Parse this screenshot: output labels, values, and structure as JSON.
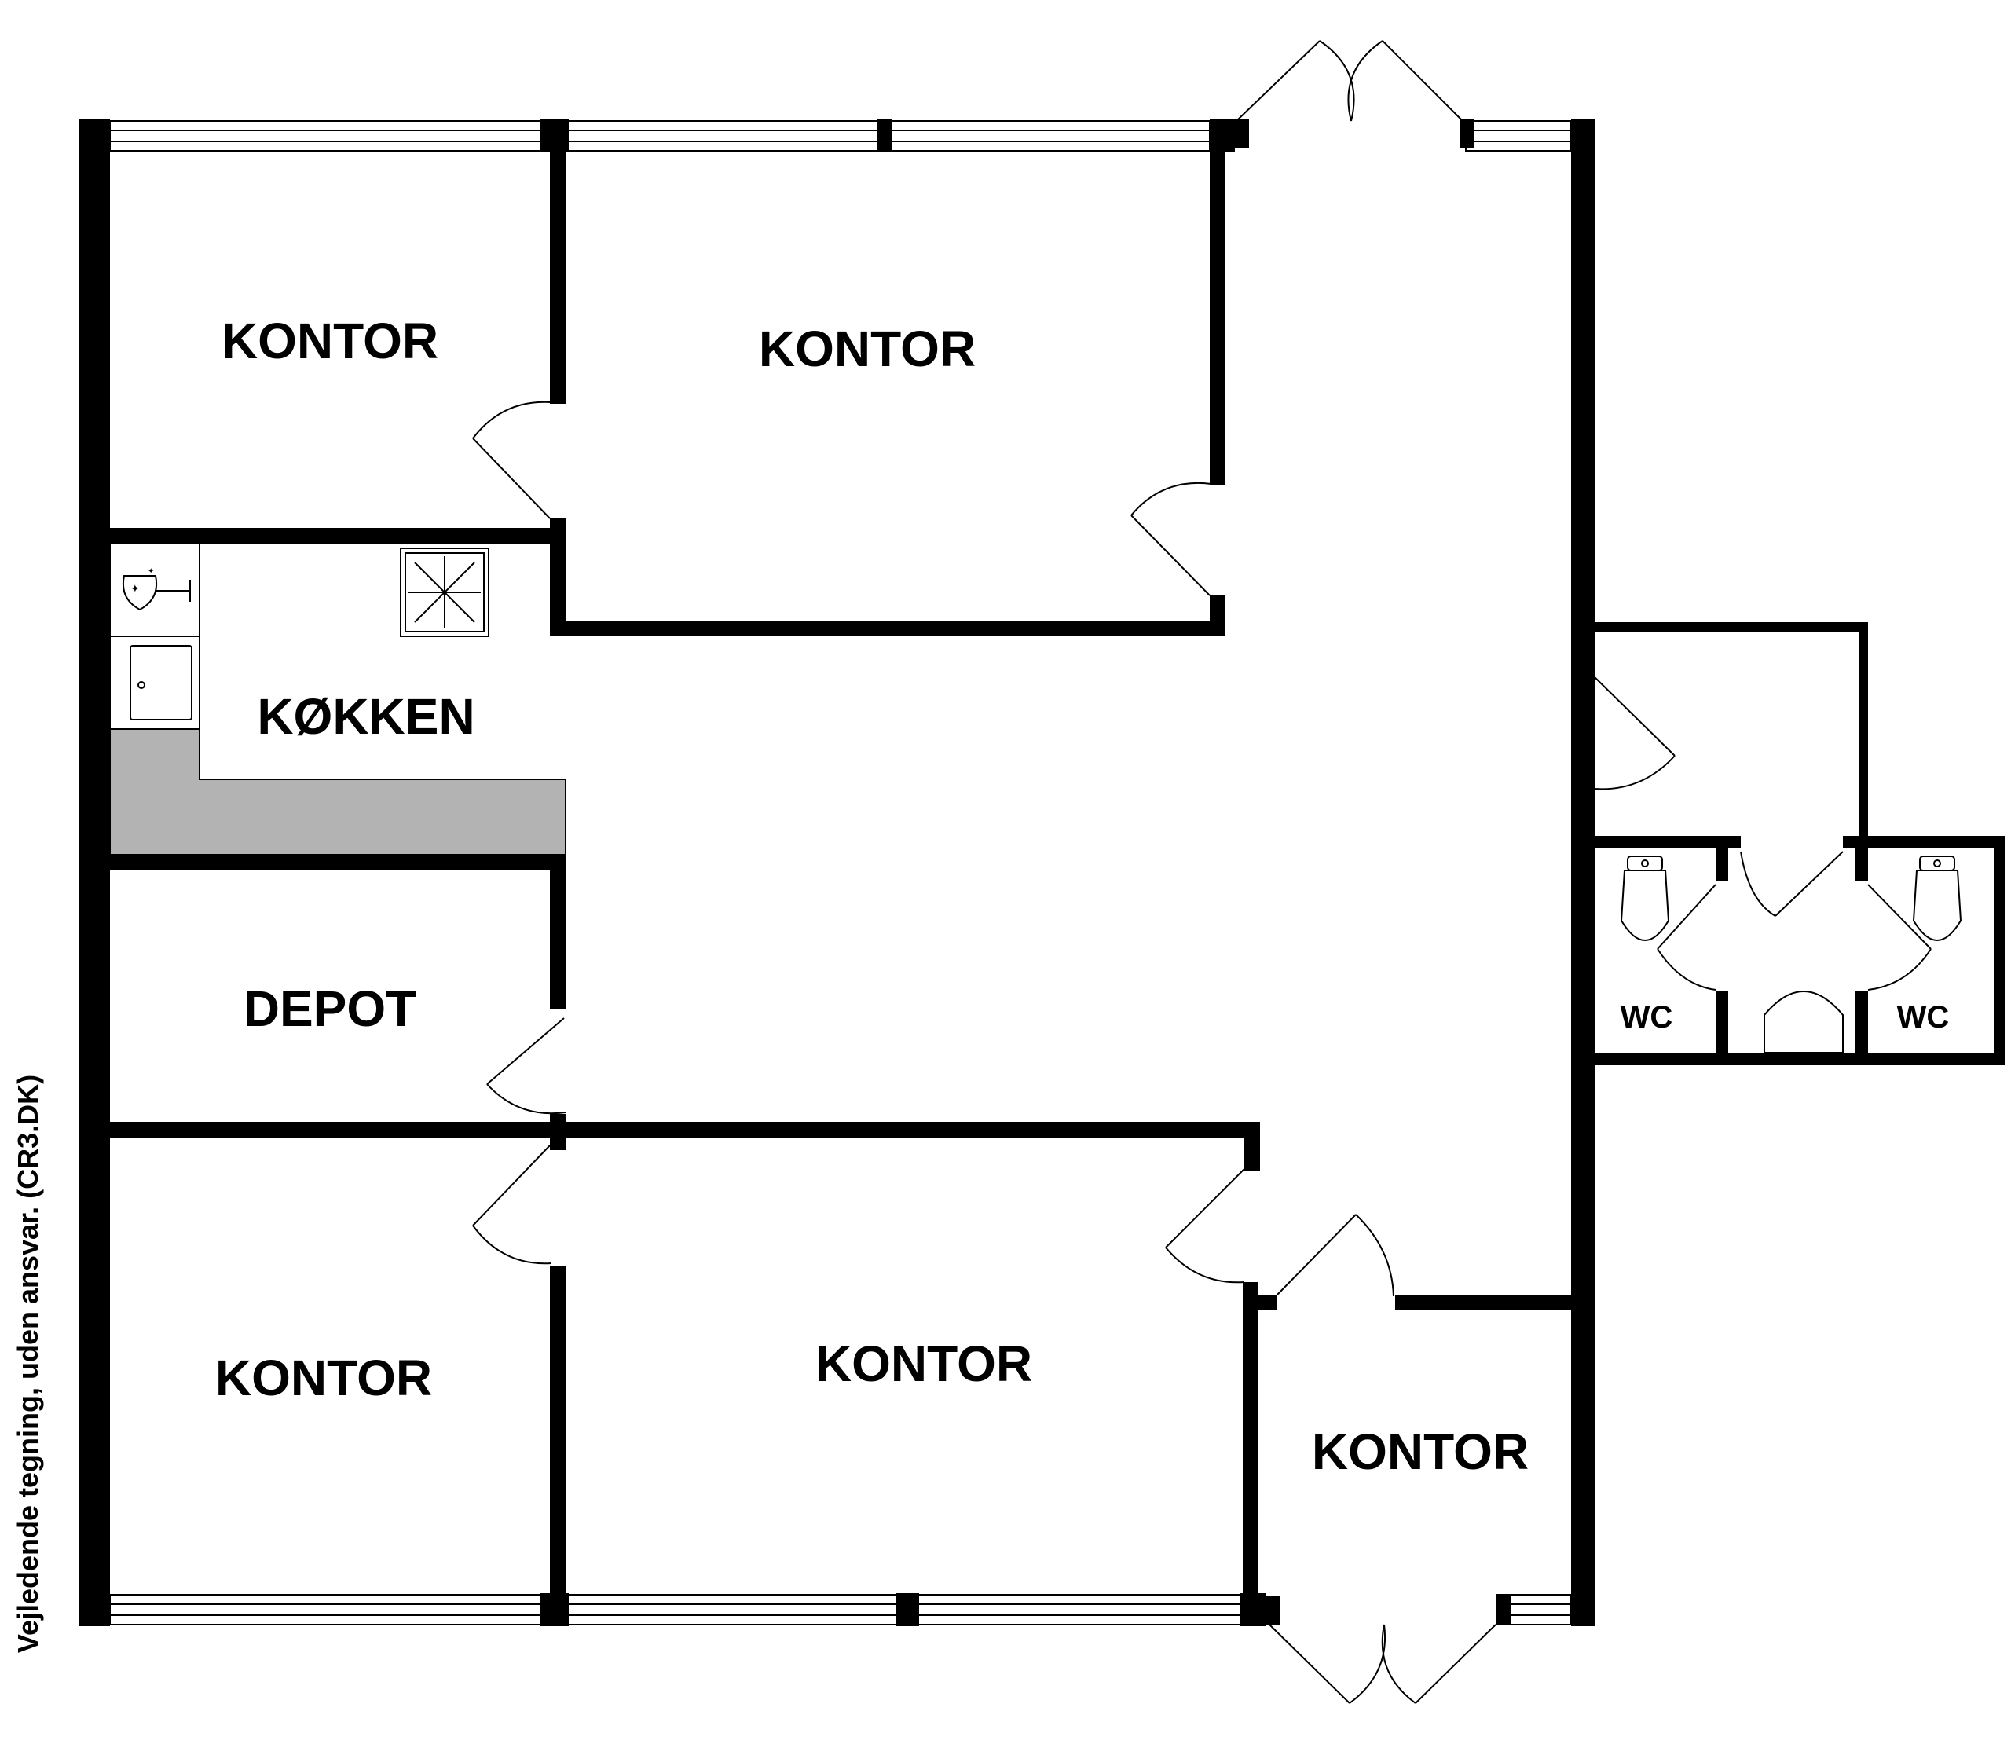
{
  "colors": {
    "wall": "#000000",
    "counter": "#b3b3b3",
    "background": "#ffffff"
  },
  "rooms": {
    "kontor_top_left": "KONTOR",
    "kontor_top_center": "KONTOR",
    "kitchen": "KØKKEN",
    "depot": "DEPOT",
    "kontor_bottom_left": "KONTOR",
    "kontor_bottom_center": "KONTOR",
    "kontor_bottom_right": "KONTOR",
    "wc_left": "WC",
    "wc_right": "WC"
  },
  "disclaimer": "Vejledende tegning, uden ansvar. (CR3.DK)",
  "icons": [
    "sink-icon",
    "stove-icon",
    "counter-sink-icon",
    "toilet-icon",
    "washbasin-icon",
    "door-swing-icon",
    "window-icon"
  ]
}
